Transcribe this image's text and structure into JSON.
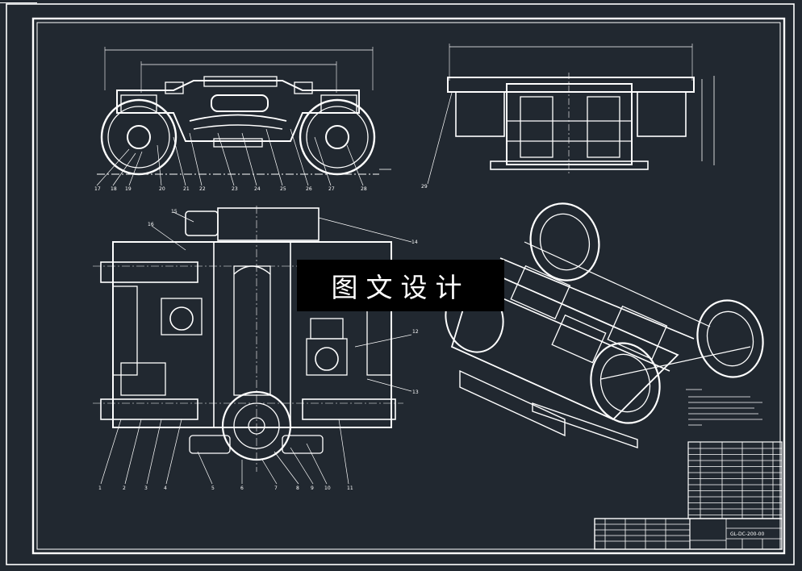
{
  "drawing": {
    "background_color": "#212830",
    "line_color": "#ffffff",
    "watermark_text": "图文设计",
    "side_view_callouts": [
      "17",
      "18",
      "19",
      "20",
      "21",
      "22",
      "23",
      "24",
      "25",
      "26",
      "27",
      "28"
    ],
    "end_view_callouts": [
      "29"
    ],
    "plan_view_bottom_callouts": [
      "1",
      "2",
      "3",
      "4",
      "5",
      "6",
      "7",
      "8",
      "9",
      "10",
      "11"
    ],
    "plan_view_right_callouts": [
      "12",
      "13"
    ],
    "plan_view_top_callouts": [
      "14",
      "15",
      "16"
    ],
    "drawing_number": "GL-DC-200-00"
  }
}
